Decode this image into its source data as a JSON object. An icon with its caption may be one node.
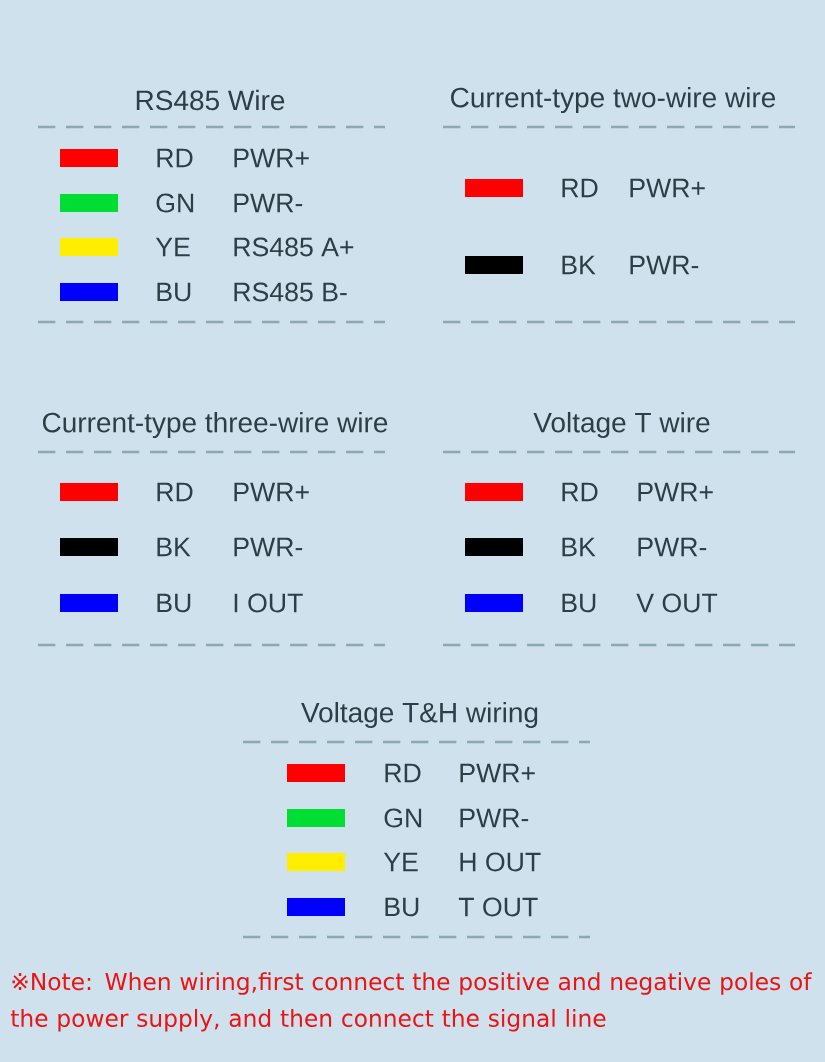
{
  "diagram": {
    "labels": [
      "RS485 Wire",
      "PWR+",
      "PWR-",
      "RS485 A+",
      "RS485 B-",
      "Current-type two-wire wire",
      "PWR+",
      "PWR-",
      "Current-type three-wire wire",
      "PWR+",
      "PWR-",
      "I OUT",
      "Voltage T wire",
      "PWR+",
      "PWR-",
      "V OUT",
      "Voltage T&H wiring",
      "PWR+",
      "PWR-",
      "H OUT",
      "T OUT",
      "※Note: When wiring,first connect the positive and negative poles of the power supply, and then connect the signal line"
    ],
    "legend": [
      {
        "text": "RD",
        "color": "#ff0000"
      },
      {
        "text": "GN",
        "color": "#00dd33"
      },
      {
        "text": "YE",
        "color": "#ffee00"
      },
      {
        "text": "BU",
        "color": "#0000ff"
      },
      {
        "text": "RD",
        "color": "#ff0000"
      },
      {
        "text": "BK",
        "color": "#000000"
      },
      {
        "text": "RD",
        "color": "#ff0000"
      },
      {
        "text": "BK",
        "color": "#000000"
      },
      {
        "text": "BU",
        "color": "#0000ff"
      },
      {
        "text": "RD",
        "color": "#ff0000"
      },
      {
        "text": "BK",
        "color": "#000000"
      },
      {
        "text": "BU",
        "color": "#0000ff"
      },
      {
        "text": "RD",
        "color": "#ff0000"
      },
      {
        "text": "GN",
        "color": "#00dd33"
      },
      {
        "text": "YE",
        "color": "#ffee00"
      },
      {
        "text": "BU",
        "color": "#0000ff"
      }
    ]
  }
}
